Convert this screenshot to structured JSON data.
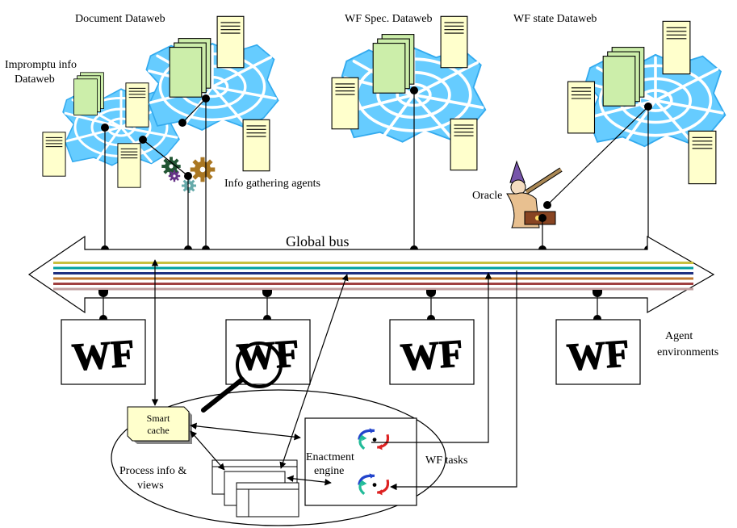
{
  "labels": {
    "document_dataweb": "Document Dataweb",
    "wf_spec_dataweb": "WF Spec. Dataweb",
    "wf_state_dataweb": "WF state Dataweb",
    "impromptu_line1": "Impromptu info",
    "impromptu_line2": "Dataweb",
    "info_gathering_agents": "Info gathering agents",
    "oracle": "Oracle",
    "global_bus": "Global bus",
    "agent_env_line1": "Agent",
    "agent_env_line2": "environments",
    "smart_cache_line1": "Smart",
    "smart_cache_line2": "cache",
    "process_info_line1": "Process info &",
    "process_info_line2": "views",
    "enactment_line1": "Enactment",
    "enactment_line2": "engine",
    "wf_tasks": "WF tasks"
  },
  "wf_logo_text": "WF",
  "colors": {
    "web_fill": "#66ccff",
    "server_fill": "#ffffcc",
    "doc_fill": "#cceeaa",
    "wf_logo": "#33aaff",
    "cache_fill": "#ffffcc",
    "bus_stripes": [
      "#c8c040",
      "#00a0a0",
      "#203080",
      "#c07830",
      "#a04040",
      "#c0a0a0"
    ]
  }
}
